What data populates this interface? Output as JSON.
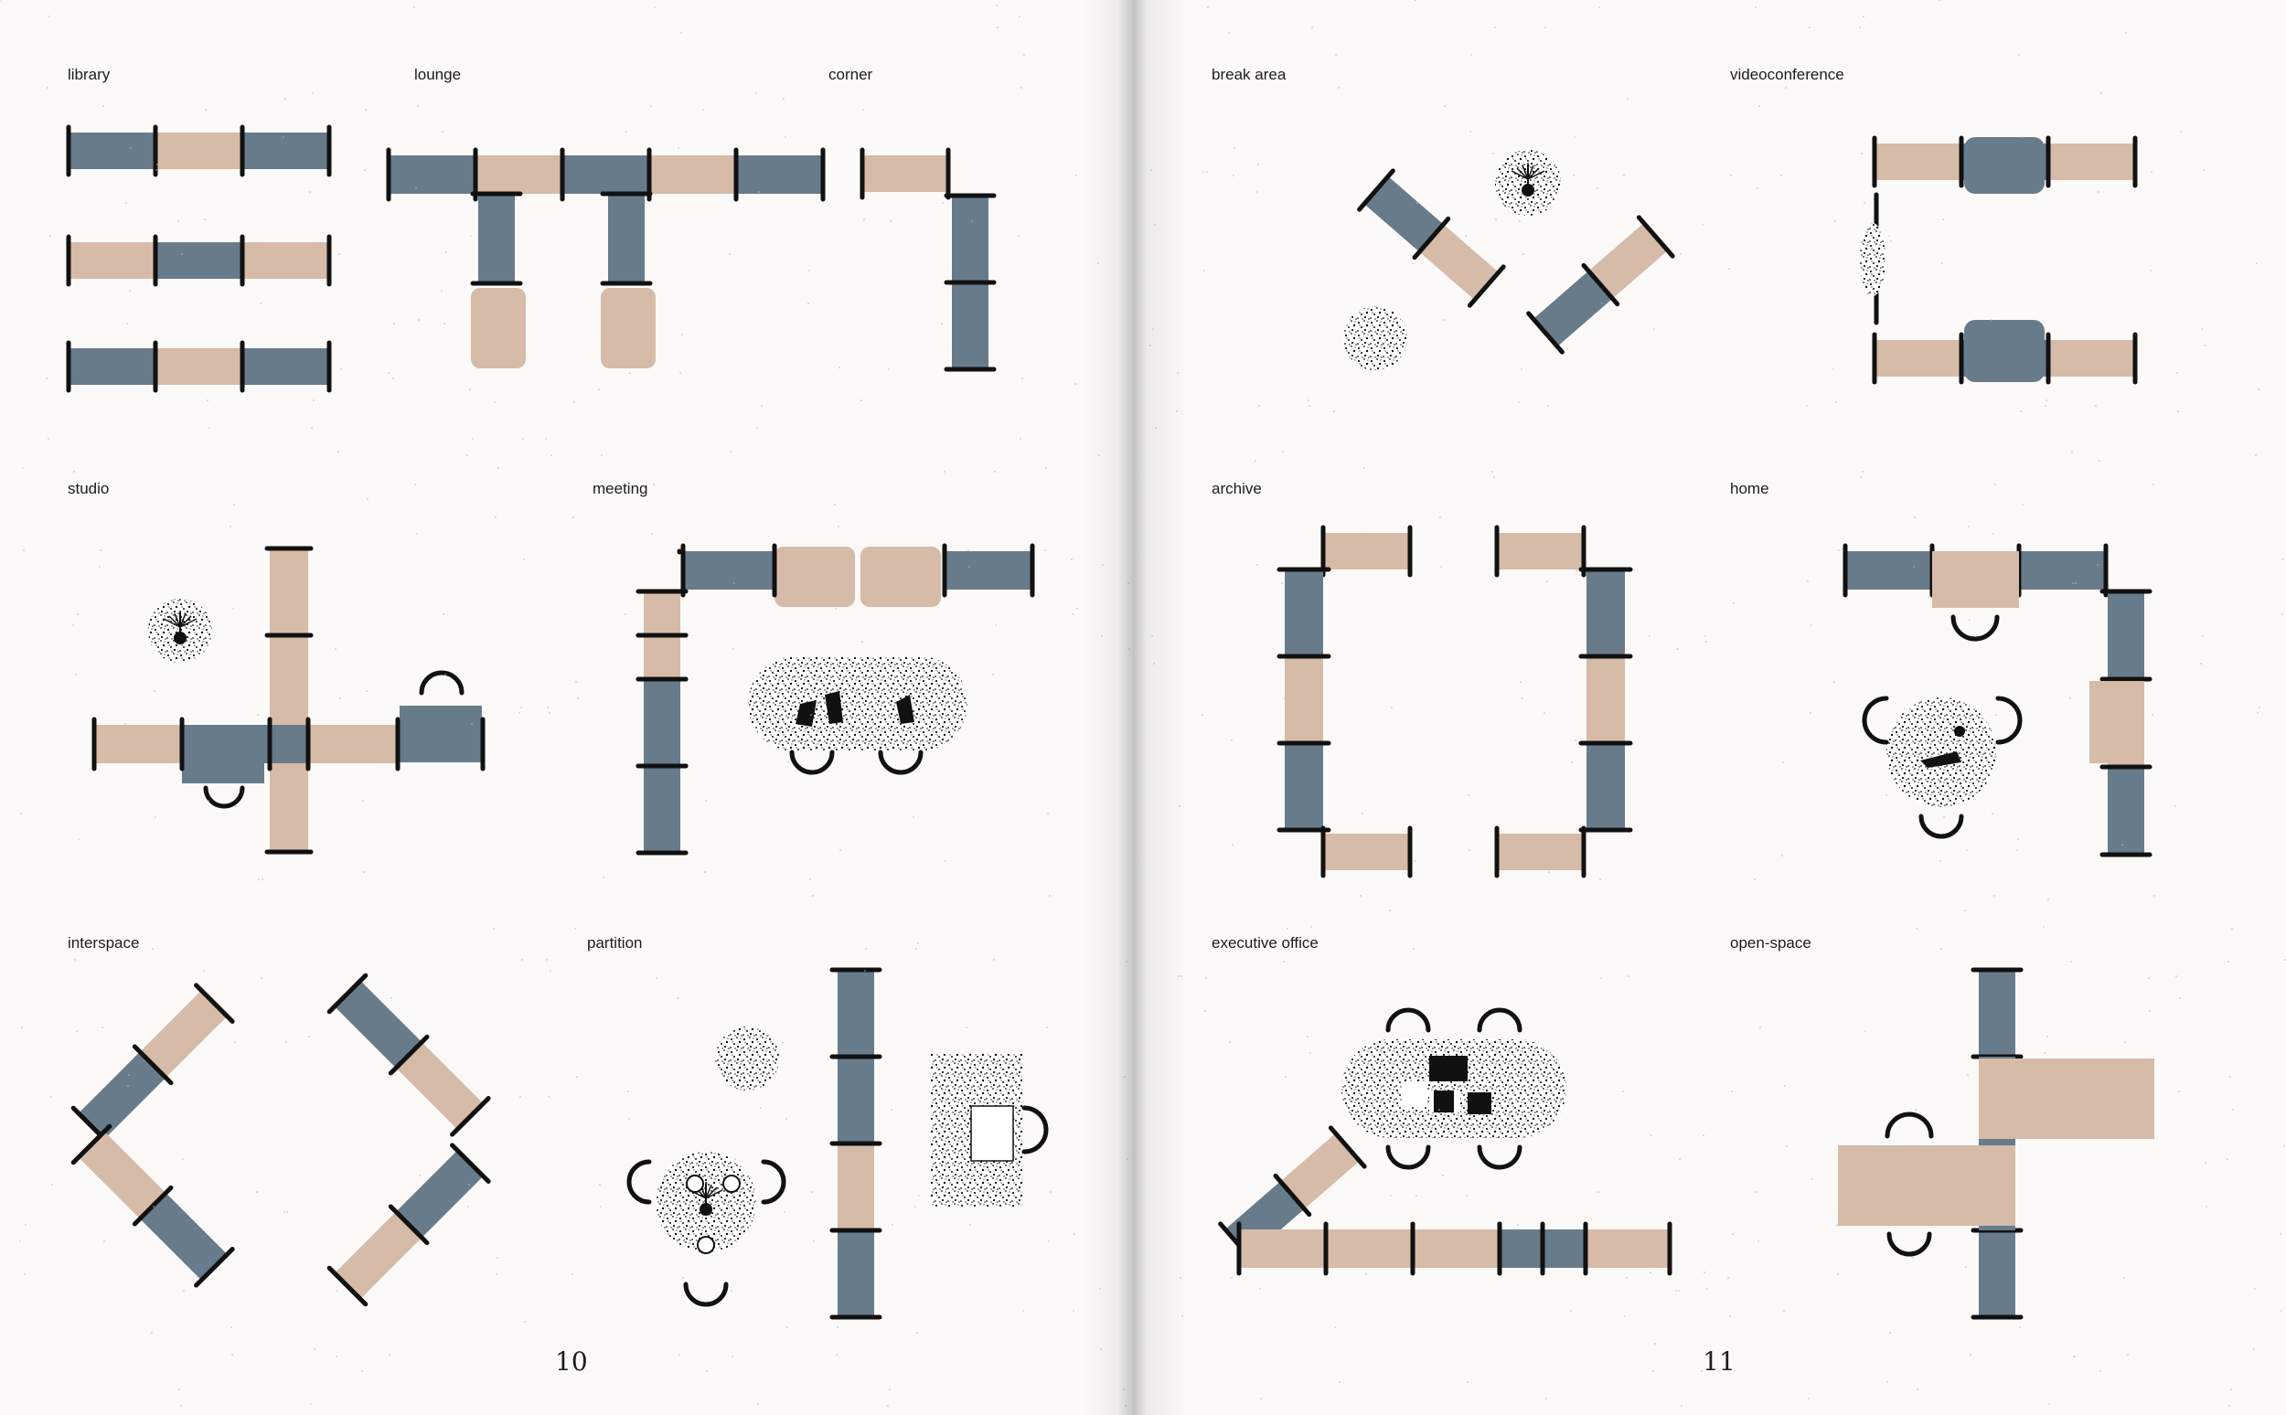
{
  "colors": {
    "slate": "#687b8b",
    "tan": "#d5bba8",
    "black": "#111111",
    "paper": "#fbfaf8"
  },
  "left_page": {
    "number": "10",
    "sections": [
      "library",
      "lounge",
      "corner",
      "studio",
      "meeting",
      "interspace",
      "partition"
    ]
  },
  "right_page": {
    "number": "11",
    "sections": [
      "break area",
      "videoconference",
      "archive",
      "home",
      "executive office",
      "open-space"
    ]
  }
}
